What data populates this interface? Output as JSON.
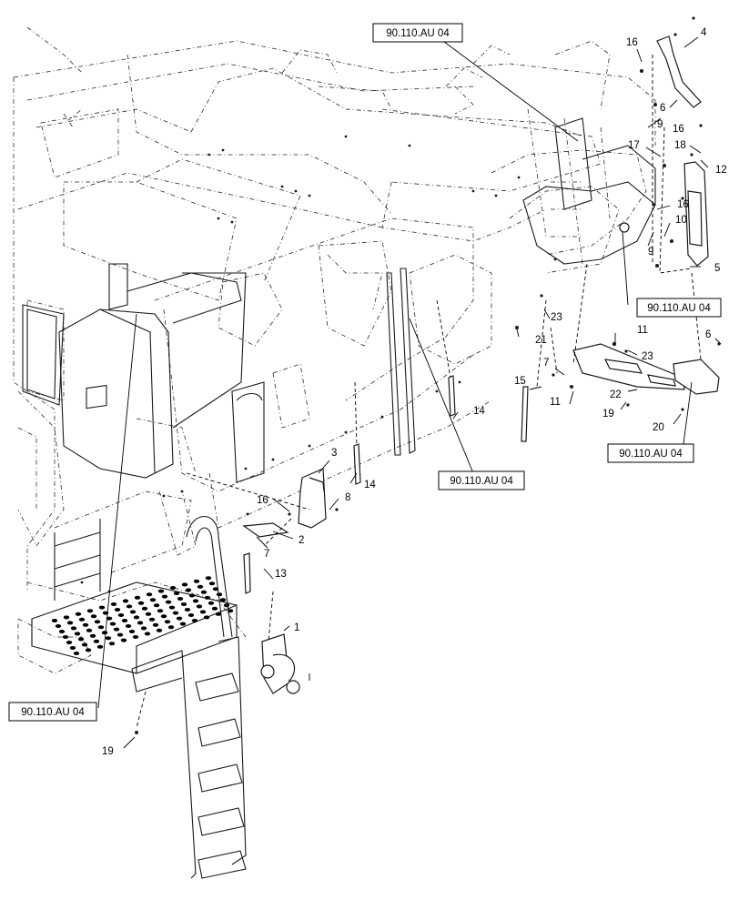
{
  "reference_label": "90.110.AU 04",
  "callouts": [
    "1",
    "2",
    "3",
    "4",
    "5",
    "6",
    "7",
    "8",
    "9",
    "10",
    "11",
    "12",
    "13",
    "14",
    "15",
    "16",
    "17",
    "18",
    "19",
    "20",
    "21",
    "22",
    "23"
  ],
  "reference_boxes": [
    "90.110.AU 04",
    "90.110.AU 04",
    "90.110.AU 04",
    "90.110.AU 04",
    "90.110.AU 04"
  ]
}
